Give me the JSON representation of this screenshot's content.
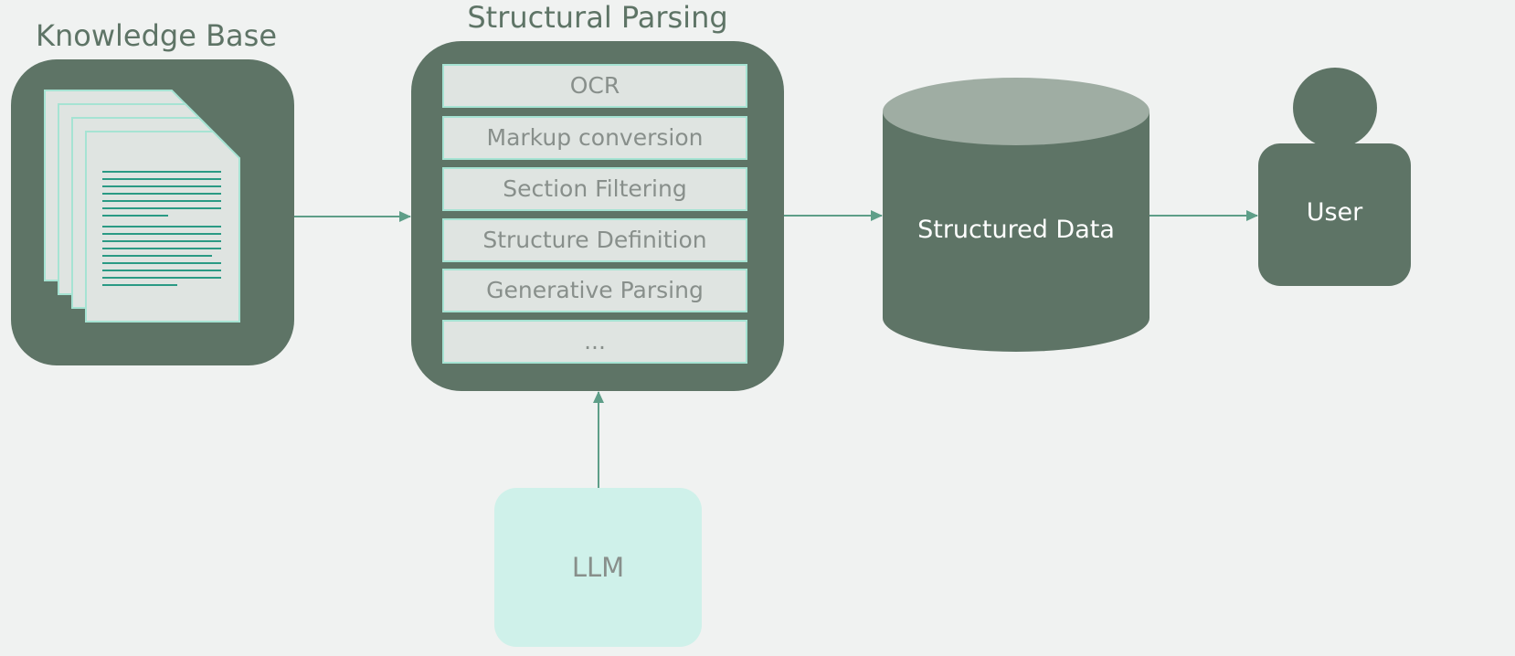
{
  "knowledge_base": {
    "title": "Knowledge Base",
    "document_count": 4
  },
  "structural_parsing": {
    "title": "Structural Parsing",
    "steps": [
      "OCR",
      "Markup conversion",
      "Section Filtering",
      "Structure Definition",
      "Generative Parsing",
      "..."
    ]
  },
  "database": {
    "label": "Structured Data"
  },
  "user": {
    "label": "User"
  },
  "llm": {
    "label": "LLM"
  },
  "colors": {
    "background": "#f0f2f1",
    "node_fill": "#5e7466",
    "database_top": "#9fada3",
    "step_fill": "#dfe4e1",
    "step_border": "#a6e3d3",
    "llm_fill": "#cff1ea",
    "arrow": "#5e9e88",
    "document_lines": "#2a9a84"
  }
}
